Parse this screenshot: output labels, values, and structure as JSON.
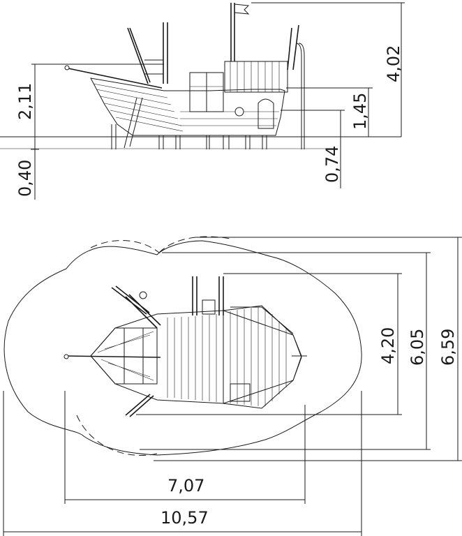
{
  "side_view": {
    "dimensions": {
      "total_height": "4,02",
      "platform_height": "2,11",
      "deck_height": "1,45",
      "footing_depth": "0,40",
      "post_depth": "0,74"
    }
  },
  "plan_view": {
    "dimensions": {
      "equipment_width": "4,20",
      "inner_zone_width": "6,05",
      "safety_zone_width": "6,59",
      "equipment_length": "7,07",
      "safety_zone_length": "10,57"
    }
  }
}
